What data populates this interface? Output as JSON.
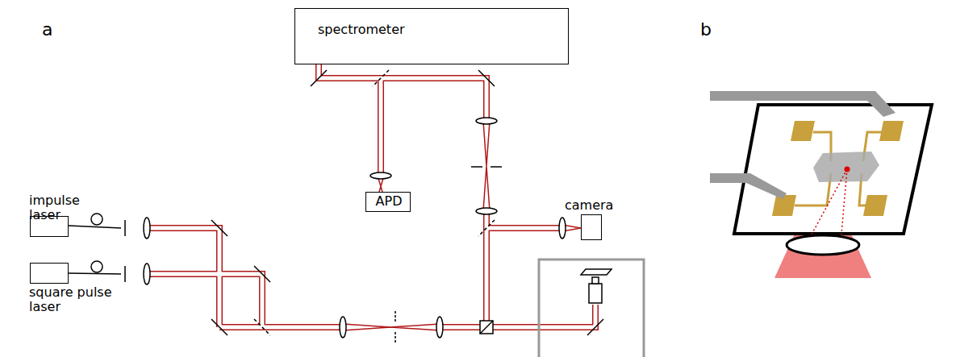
{
  "diagram": {
    "nodes": [
      {
        "text": [
          "spectrometer"
        ]
      },
      {
        "text": [
          "APD"
        ]
      },
      {
        "text": [
          "camera"
        ]
      },
      {
        "text": [
          "impulse laser"
        ]
      },
      {
        "text": [
          "square pulse laser"
        ]
      }
    ],
    "labels": [
      "a",
      "b"
    ]
  }
}
